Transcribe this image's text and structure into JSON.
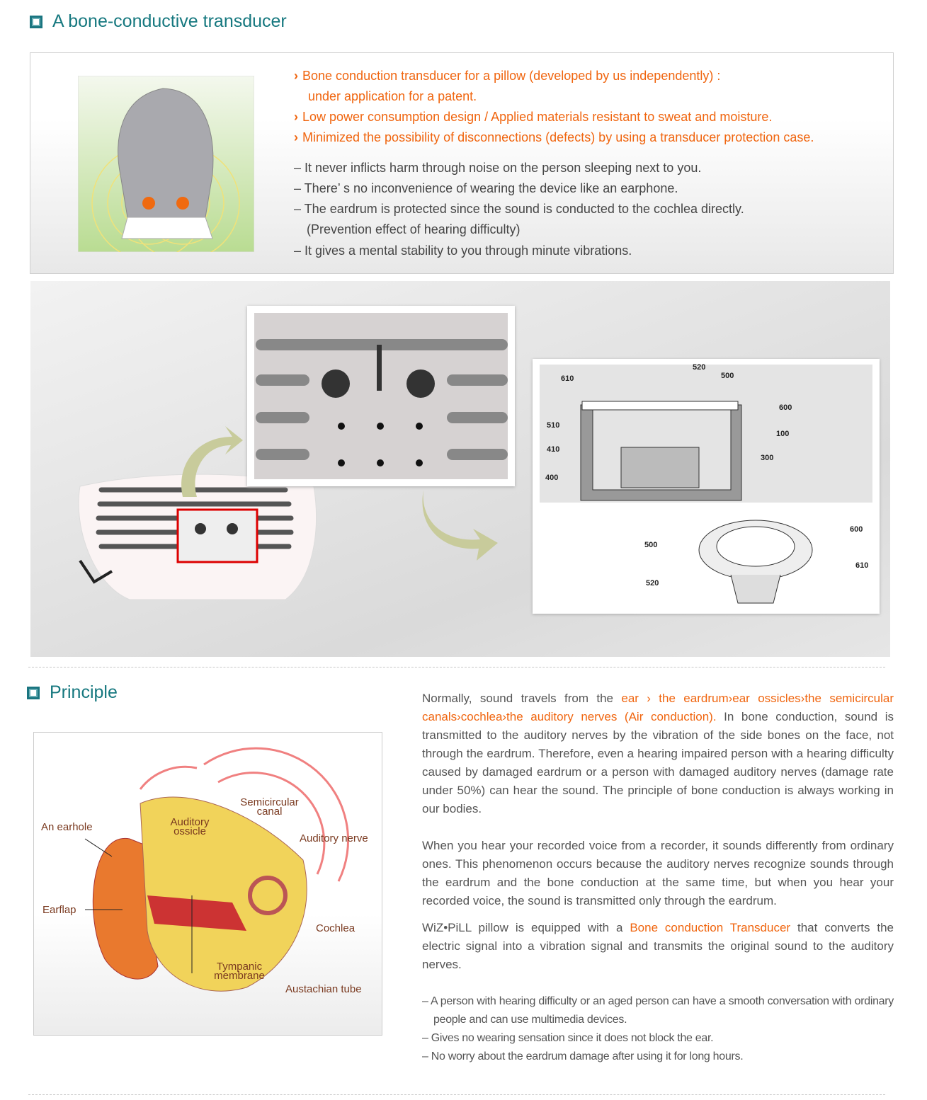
{
  "section1": {
    "title": "A bone-conductive transducer",
    "features": [
      {
        "text": "Bone conduction transducer for a pillow (developed by us independently) :",
        "cont": "under application for a patent."
      },
      {
        "text": "Low power consumption design / Applied materials resistant to sweat and moisture."
      },
      {
        "text": "Minimized the possibility of disconnections (defects) by using a transducer protection case."
      }
    ],
    "benefits": [
      "– It never inflicts harm through noise on the person sleeping next to you.",
      "– There’ s no inconvenience of wearing the device like an earphone.",
      "– The eardrum is protected since the sound is conducted to the cochlea directly.",
      "(Prevention effect of hearing difficulty)",
      "– It gives a mental stability to you through minute vibrations."
    ],
    "diagram_labels": {
      "top": [
        "610",
        "520",
        "500",
        "600",
        "510",
        "100",
        "410",
        "300",
        "400"
      ],
      "bottom": [
        "500",
        "600",
        "520",
        "610"
      ]
    }
  },
  "section2": {
    "title": "Principle",
    "ear_labels": [
      "An earhole",
      "Auditory ossicle",
      "Semicircular canal",
      "Auditory nerve",
      "Earflap",
      "Cochlea",
      "Tympanic membrane",
      "Austachian tube"
    ],
    "p1_start": "Normally, sound travels from the ",
    "p1_path": "ear › the eardrum›ear ossicles›the semicircular canals›cochlea›the auditory nerves (Air conduction).",
    "p1_end": " In bone conduction, sound is transmitted to the auditory nerves by the vibration of the side bones on the face, not through the eardrum. Therefore, even a hearing impaired person with a hearing difficulty caused by damaged eardrum or a person with damaged auditory nerves (damage rate under 50%) can hear the sound. The principle of bone conduction is always working in our bodies.",
    "p2": "When you hear your recorded voice from a recorder, it sounds differently from ordinary ones. This phenomenon occurs because the auditory nerves recognize sounds through the eardrum and the bone conduction at the same time, but when you hear your recorded voice, the sound is transmitted only through the eardrum.",
    "p3_start": "WiZ•PiLL pillow is equipped with a ",
    "p3_highlight": "Bone conduction Transducer",
    "p3_end": " that converts the electric signal into a vibration signal and transmits the original sound to the auditory nerves.",
    "bullets": [
      "– A person with hearing difficulty or an aged person can have a smooth conversation with ordinary people and can use multimedia devices.",
      "– Gives no wearing sensation since it does not block the ear.",
      "– No worry about the eardrum damage after using it for long hours."
    ]
  },
  "colors": {
    "accent": "#f0650f",
    "heading": "#16787f"
  }
}
